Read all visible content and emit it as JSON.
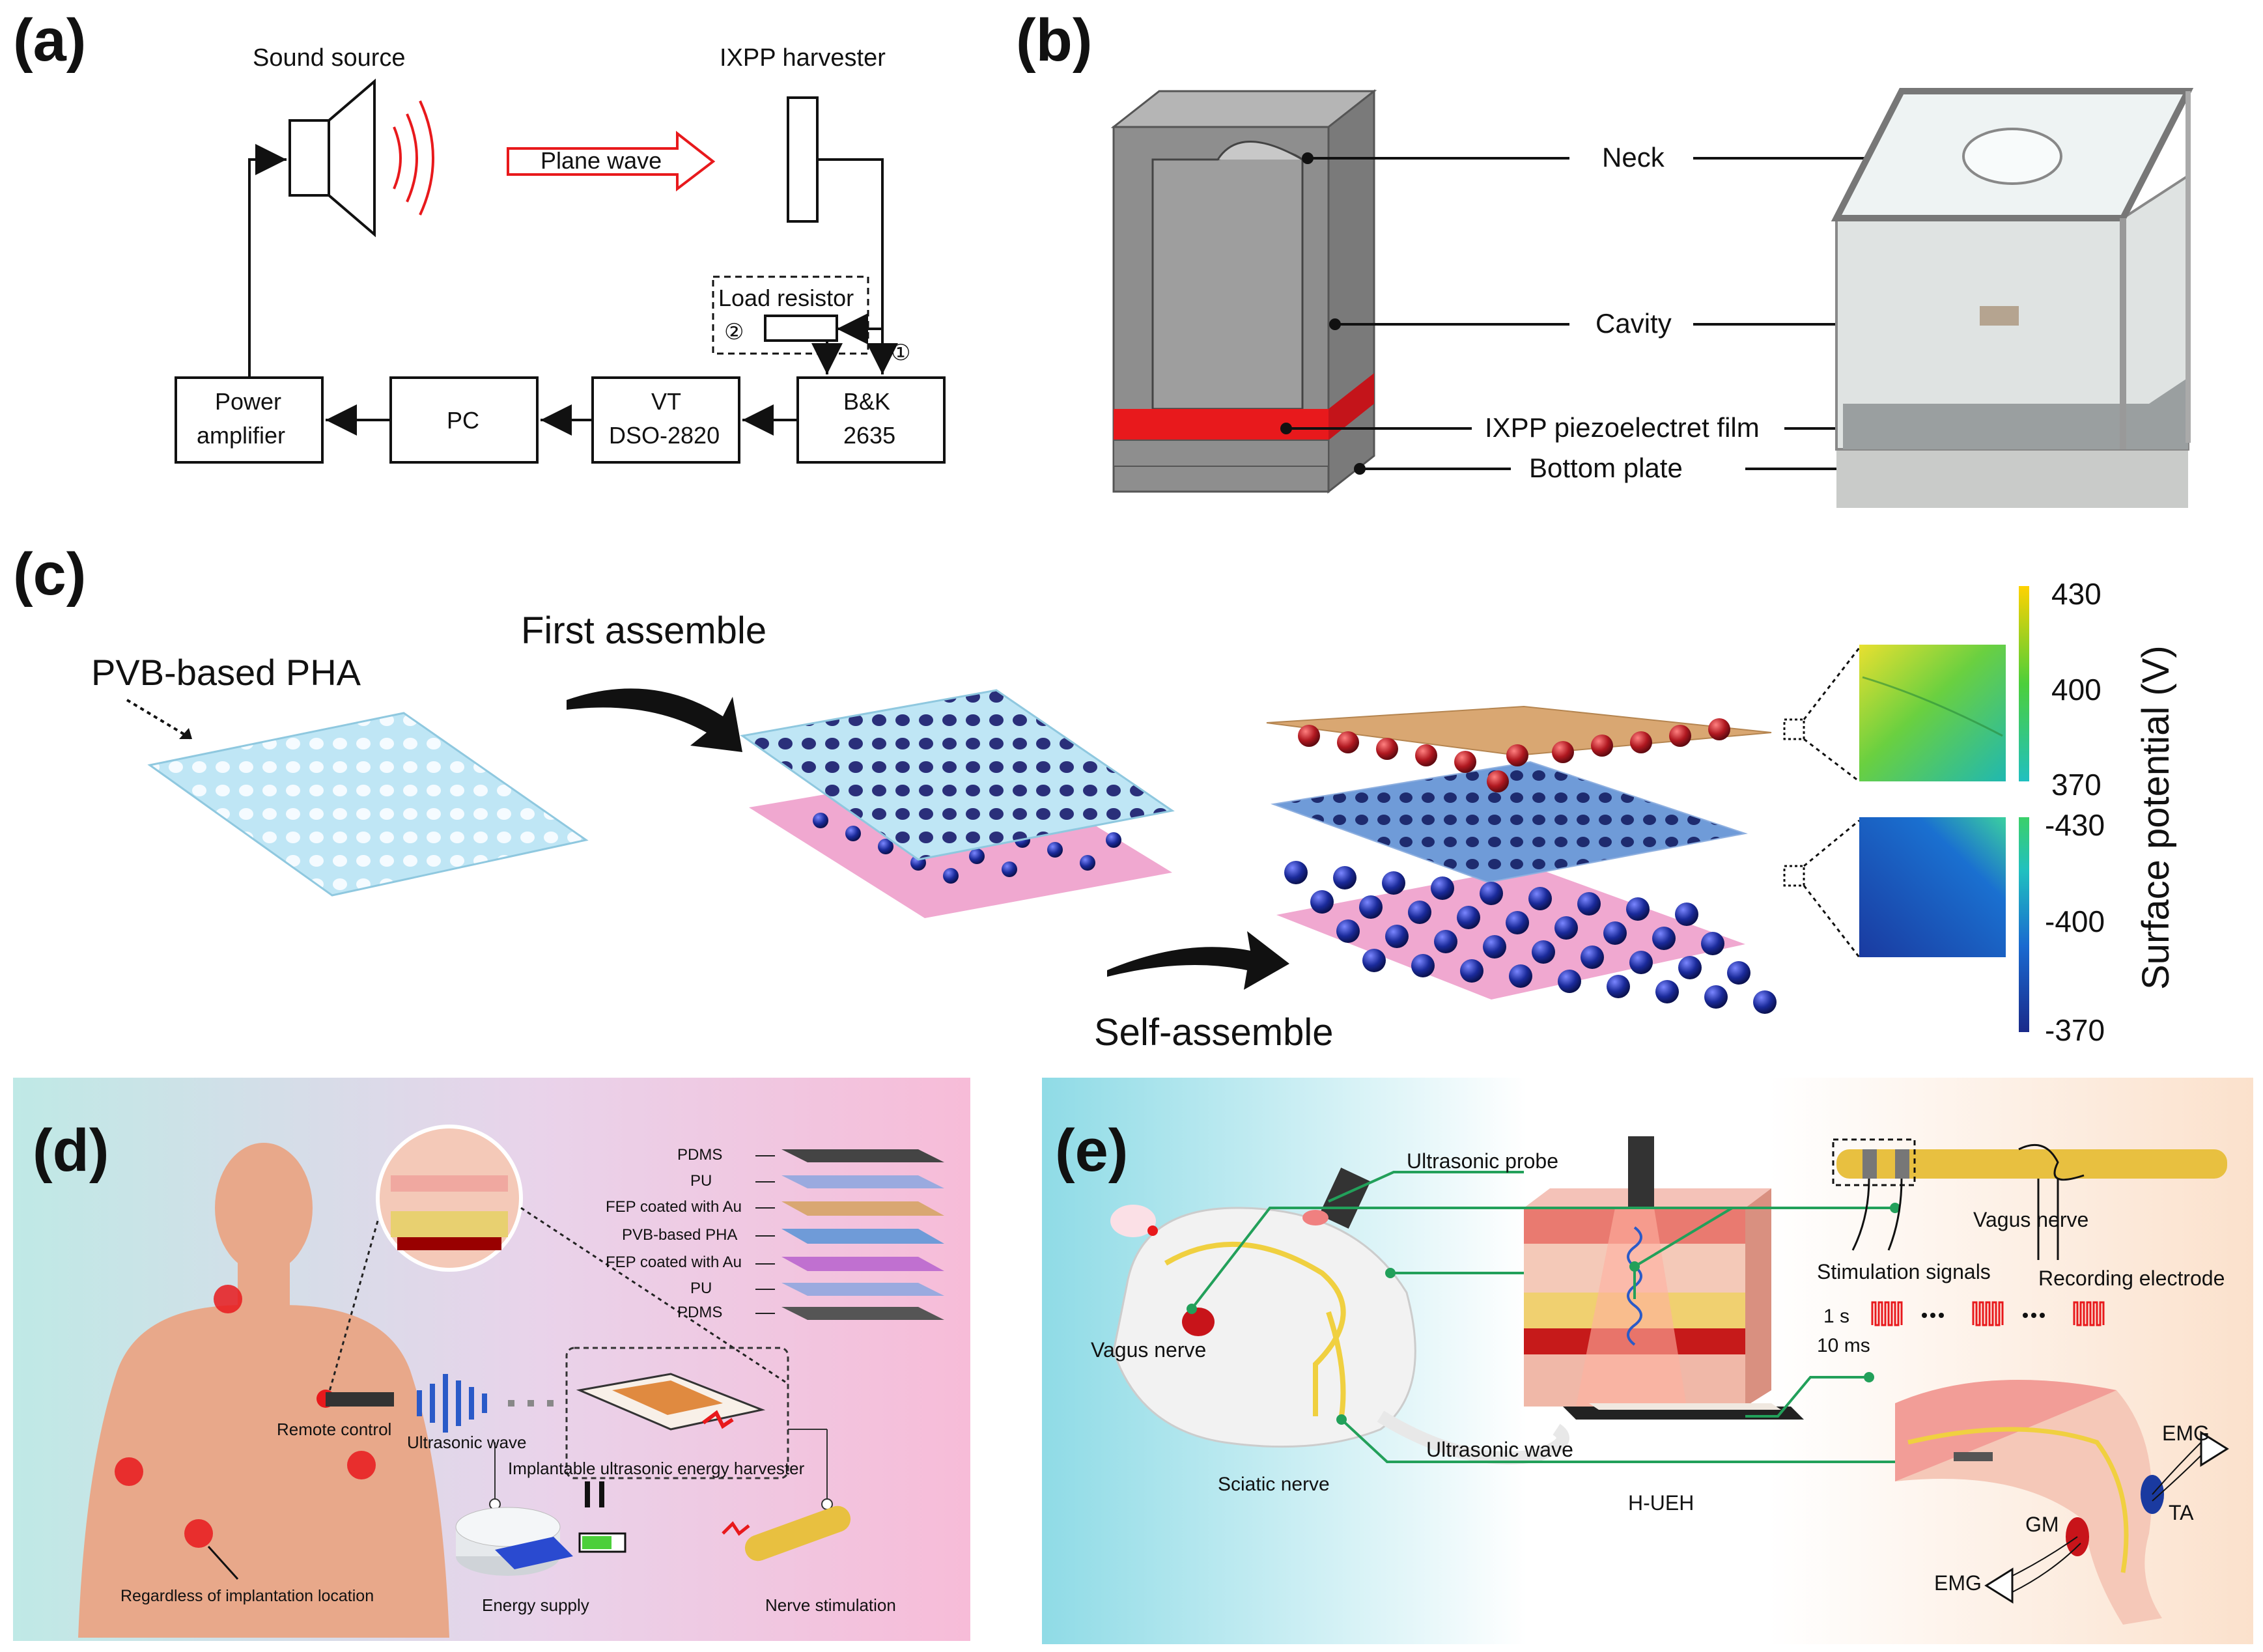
{
  "panel_a": {
    "label": "(a)",
    "sound_source": "Sound source",
    "harvester": "IXPP harvester",
    "plane_wave": "Plane wave",
    "load_resistor": "Load resistor",
    "marker_1": "①",
    "marker_2": "②",
    "power_amp_line1": "Power",
    "power_amp_line2": "amplifier",
    "pc": "PC",
    "vt_line1": "VT",
    "vt_line2": "DSO-2820",
    "bk_line1": "B&K",
    "bk_line2": "2635"
  },
  "panel_b": {
    "label": "(b)",
    "neck": "Neck",
    "cavity": "Cavity",
    "film": "IXPP piezoelectret film",
    "bottom_plate": "Bottom plate"
  },
  "panel_c": {
    "label": "(c)",
    "pha": "PVB-based PHA",
    "first_assemble": "First assemble",
    "self_assemble": "Self-assemble",
    "axis_title": "Surface potential (V)",
    "top_ticks": [
      "430",
      "400",
      "370"
    ],
    "bottom_ticks": [
      "-430",
      "-400",
      "-370"
    ]
  },
  "panel_d": {
    "label": "(d)",
    "layers": [
      "PDMS",
      "PU",
      "FEP coated with Au",
      "PVB-based PHA",
      "FEP coated with Au",
      "PU",
      "PDMS"
    ],
    "ultrasonic_wave": "Ultrasonic wave",
    "remote_control": "Remote control",
    "implantable": "Implantable ultrasonic energy harvester",
    "regardless": "Regardless of implantation location",
    "energy_supply": "Energy supply",
    "nerve_stimulation": "Nerve stimulation"
  },
  "panel_e": {
    "label": "(e)",
    "ultrasonic_probe": "Ultrasonic probe",
    "vagus_nerve_top": "Vagus nerve",
    "recording_electrode": "Recording electrode",
    "stimulation_signals": "Stimulation signals",
    "t_1s": "1 s",
    "t_10ms": "10 ms",
    "vagus_nerve_left": "Vagus nerve",
    "sciatic_nerve": "Sciatic nerve",
    "ultrasonic_wave": "Ultrasonic wave",
    "h_ueh": "H-UEH",
    "emg_top": "EMG",
    "emg_bottom": "EMG",
    "gm": "GM",
    "ta": "TA"
  },
  "colors": {
    "red": "#e8191c",
    "blue_ball": "#1a2a9a",
    "green_line": "#22a05a",
    "cyan_sheet": "#bfe6f5",
    "pink_sheet": "#f2a6d0",
    "gold_sheet": "#d9a772"
  }
}
